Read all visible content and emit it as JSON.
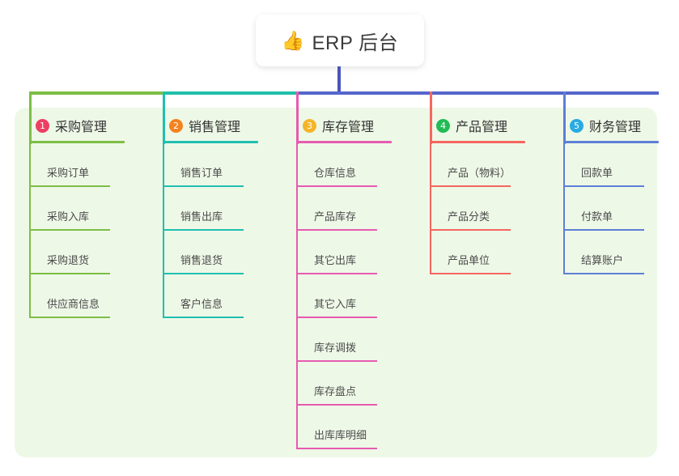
{
  "root": {
    "icon": "thumbs-up-emoji",
    "emoji": "👍",
    "title": "ERP 后台"
  },
  "colors": {
    "panel_bg": "#eef8e7",
    "page_bg": "#ffffff",
    "root_stem": "#4a55b8",
    "trunk_left": "#7dbe45",
    "trunk_mid": "#1fc0a8",
    "trunk_right": "#5566cc"
  },
  "columns": [
    {
      "index": "1",
      "badge_color": "#ef3e63",
      "line_color": "#7dbe45",
      "drop_color": "#7dbe45",
      "title": "采购管理",
      "leaves": [
        {
          "label": "采购订单"
        },
        {
          "label": "采购入库"
        },
        {
          "label": "采购退货"
        },
        {
          "label": "供应商信息"
        }
      ]
    },
    {
      "index": "2",
      "badge_color": "#f58220",
      "line_color": "#21bfb0",
      "drop_color": "#21bfb0",
      "title": "销售管理",
      "leaves": [
        {
          "label": "销售订单"
        },
        {
          "label": "销售出库"
        },
        {
          "label": "销售退货"
        },
        {
          "label": "客户信息"
        }
      ]
    },
    {
      "index": "3",
      "badge_color": "#f5b52b",
      "line_color": "#e65bb0",
      "drop_color": "#e65bb0",
      "title": "库存管理",
      "leaves": [
        {
          "label": "仓库信息"
        },
        {
          "label": "产品库存"
        },
        {
          "label": "其它出库"
        },
        {
          "label": "其它入库"
        },
        {
          "label": "库存调拨"
        },
        {
          "label": "库存盘点"
        },
        {
          "label": "出库库明细"
        }
      ]
    },
    {
      "index": "4",
      "badge_color": "#22bb55",
      "line_color": "#f4675f",
      "drop_color": "#f4675f",
      "title": "产品管理",
      "leaves": [
        {
          "label": "产品（物料）"
        },
        {
          "label": "产品分类"
        },
        {
          "label": "产品单位"
        }
      ]
    },
    {
      "index": "5",
      "badge_color": "#29abe2",
      "line_color": "#5d7fd6",
      "drop_color": "#5d7fd6",
      "title": "财务管理",
      "leaves": [
        {
          "label": "回款单"
        },
        {
          "label": "付款单"
        },
        {
          "label": "结算账户"
        }
      ]
    }
  ]
}
